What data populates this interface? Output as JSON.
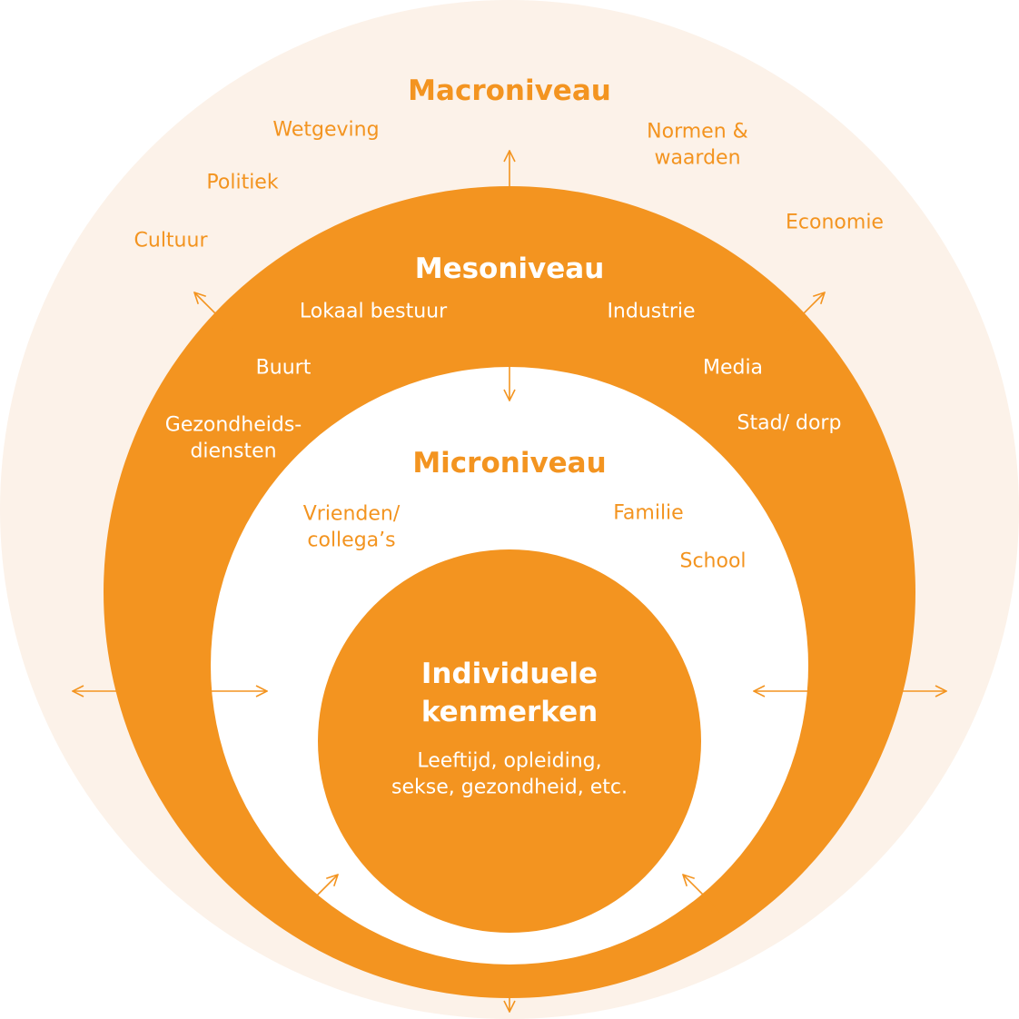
{
  "colors": {
    "outer_ring": "#fcf2e9",
    "orange": "#f39420",
    "white": "#ffffff"
  },
  "macro": {
    "title": "Macroniveau",
    "items": {
      "wetgeving": "Wetgeving",
      "politiek": "Politiek",
      "cultuur": "Cultuur",
      "normen": "Normen &\nwaarden",
      "economie": "Economie"
    }
  },
  "meso": {
    "title": "Mesoniveau",
    "items": {
      "lokaal_bestuur": "Lokaal bestuur",
      "industrie": "Industrie",
      "buurt": "Buurt",
      "media": "Media",
      "gezondheidsdiensten": "Gezondheids-\ndiensten",
      "stad_dorp": "Stad/ dorp"
    }
  },
  "micro": {
    "title": "Microniveau",
    "items": {
      "vrienden": "Vrienden/\ncollega’s",
      "familie": "Familie",
      "school": "School"
    }
  },
  "individual": {
    "title": "Individuele\nkenmerken",
    "subtitle": "Leeftijd, opleiding,\nsekse, gezondheid, etc."
  }
}
